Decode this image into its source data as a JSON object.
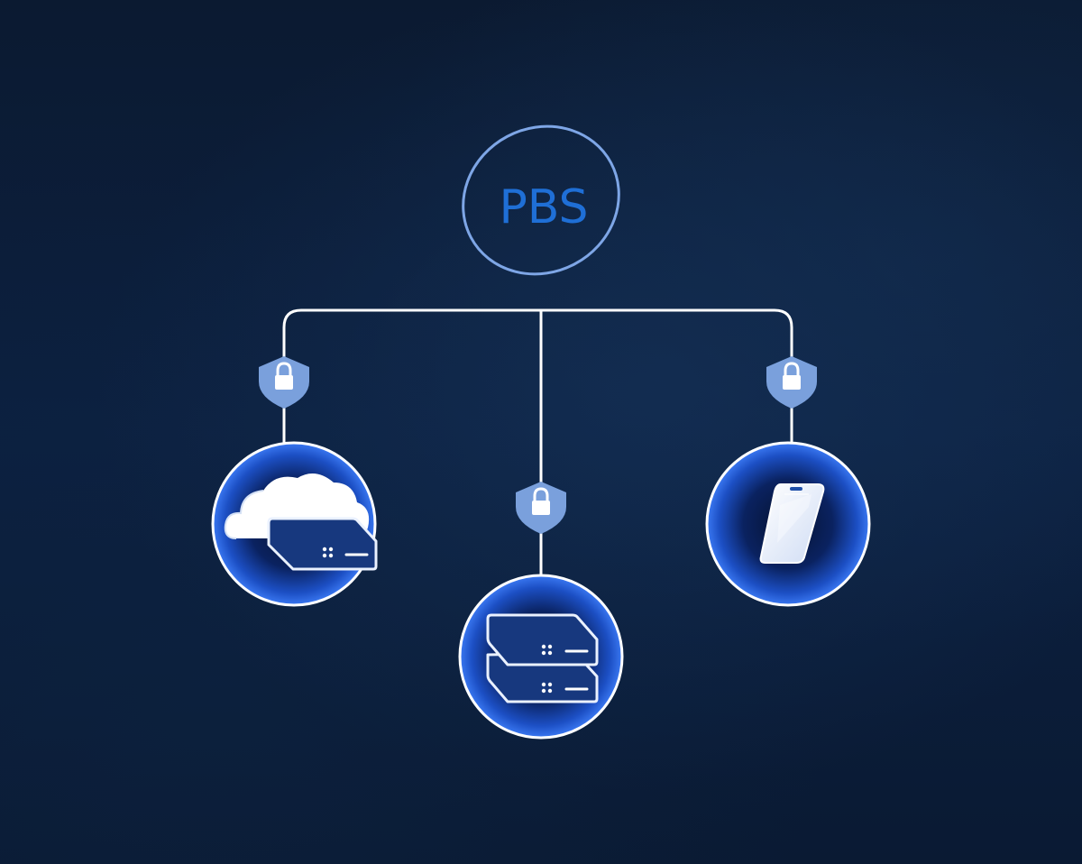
{
  "logo": {
    "text": "PBS",
    "text_color": "#1f6fd6",
    "ring_color": "#7ea6e6"
  },
  "colors": {
    "background": "#0a1a33",
    "connector": "#ffffff",
    "shield": "#7aa0dc",
    "node_fill": "#0d2f78",
    "node_glow": "#2f6ff0"
  },
  "nodes": [
    {
      "name": "cloud-server-node",
      "icon": "cloud-server-icon",
      "secured": true
    },
    {
      "name": "stacked-servers-node",
      "icon": "server-stack-icon",
      "secured": true
    },
    {
      "name": "mobile-device-node",
      "icon": "smartphone-icon",
      "secured": true
    }
  ]
}
